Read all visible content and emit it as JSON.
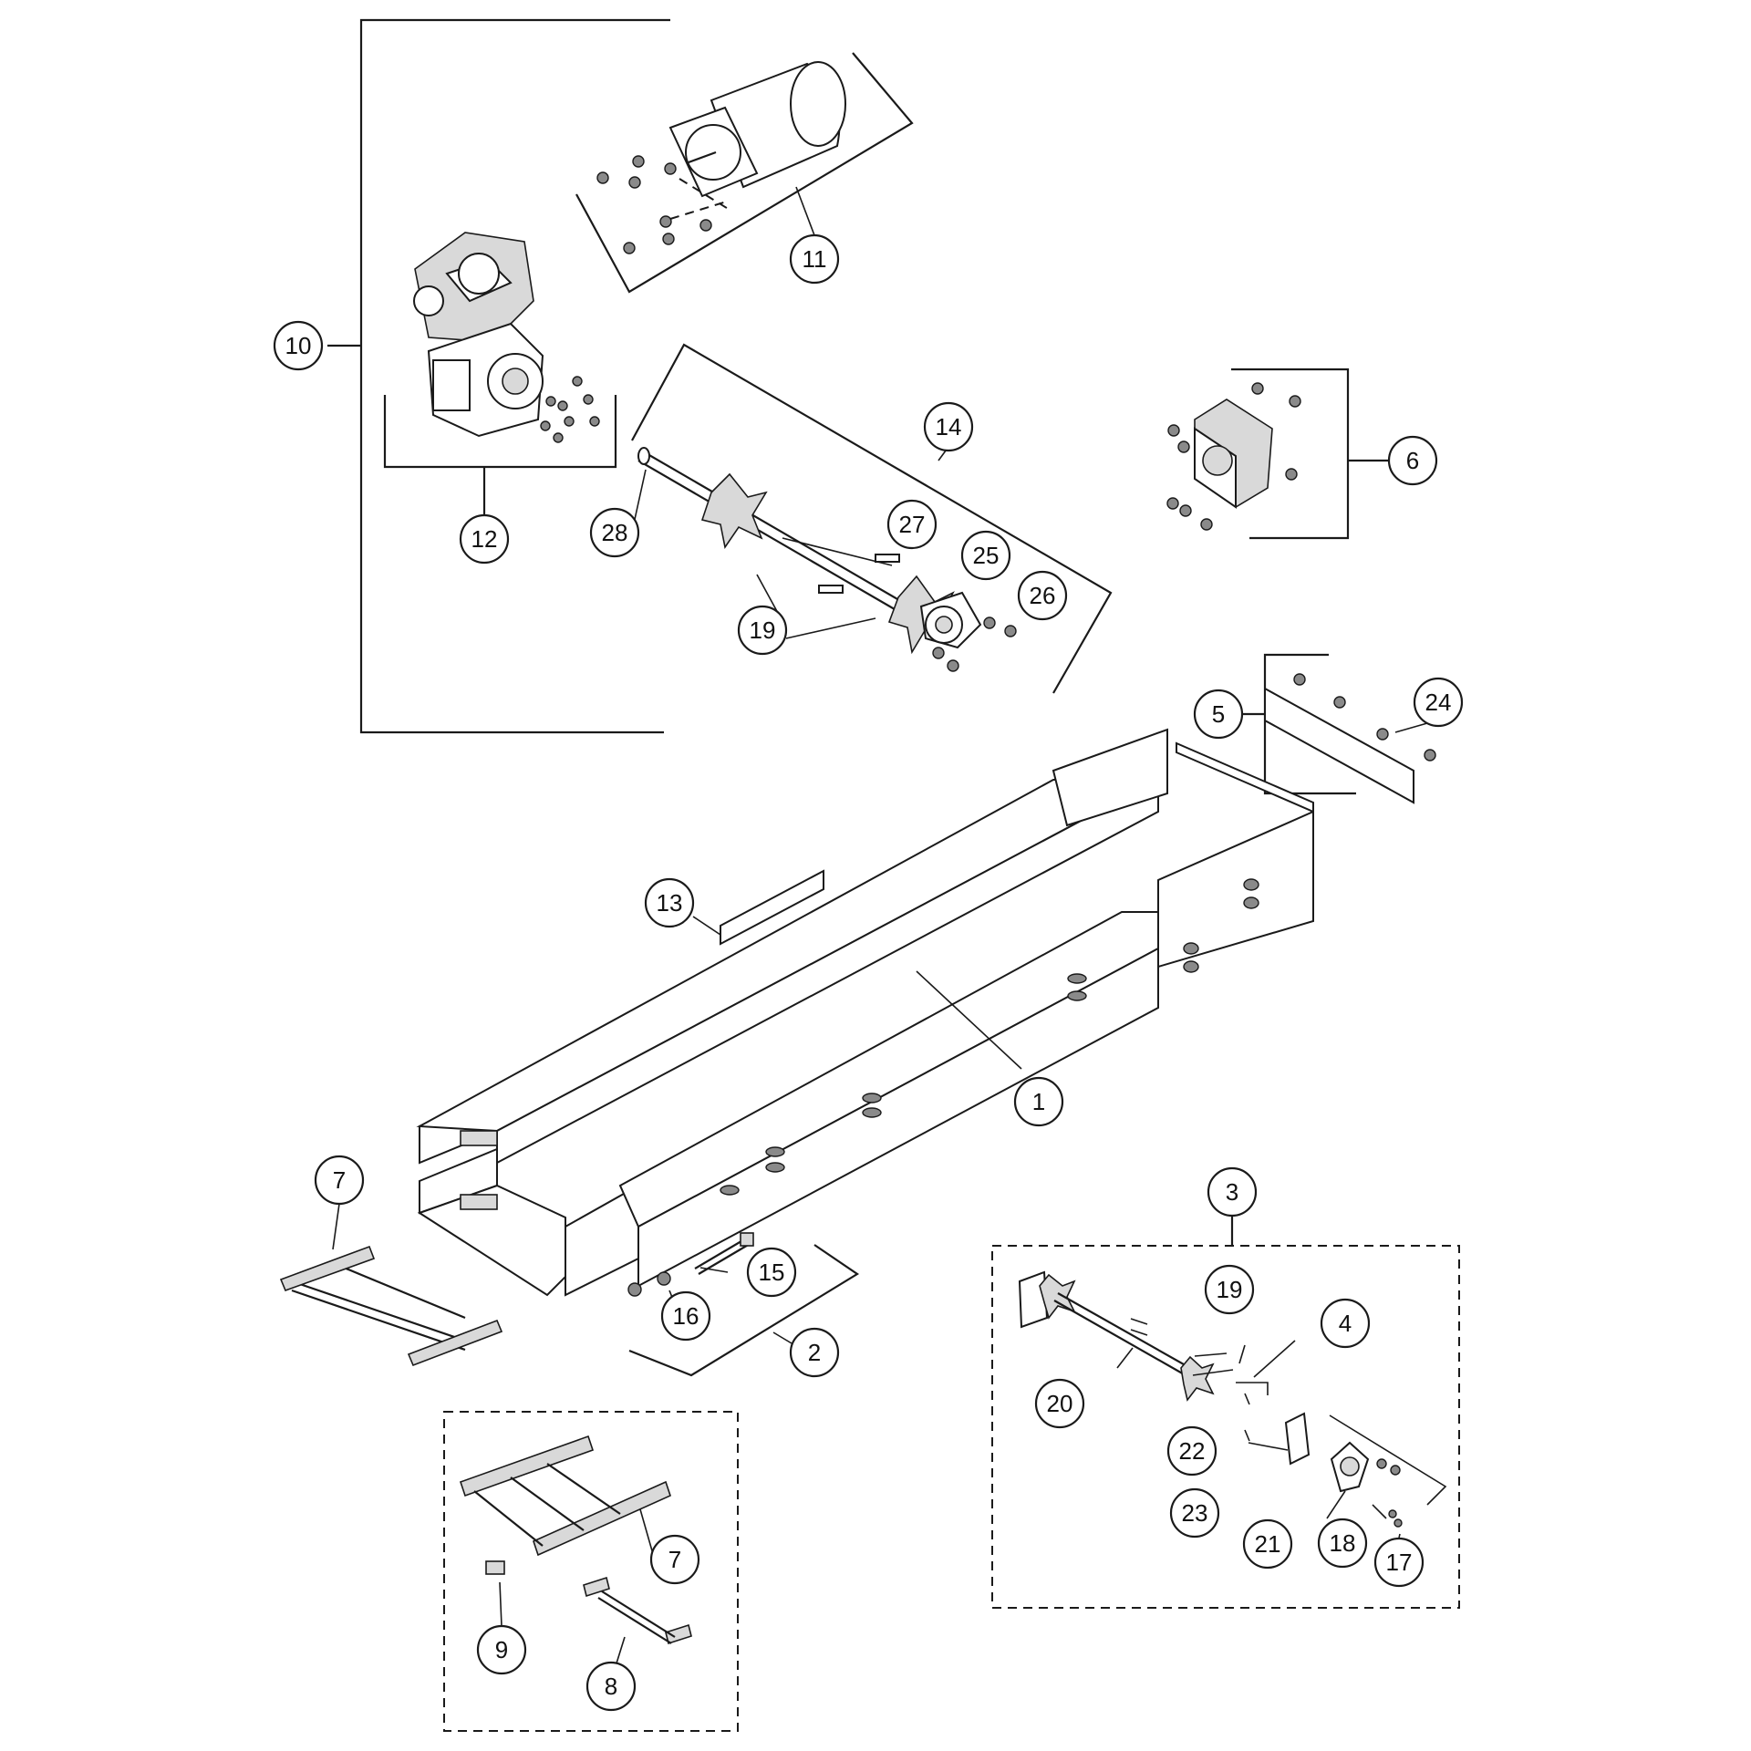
{
  "diagram": {
    "callouts": [
      {
        "id": "c1",
        "label": "1"
      },
      {
        "id": "c2",
        "label": "2"
      },
      {
        "id": "c3",
        "label": "3"
      },
      {
        "id": "c4",
        "label": "4"
      },
      {
        "id": "c5",
        "label": "5"
      },
      {
        "id": "c6",
        "label": "6"
      },
      {
        "id": "c7a",
        "label": "7"
      },
      {
        "id": "c7b",
        "label": "7"
      },
      {
        "id": "c8",
        "label": "8"
      },
      {
        "id": "c9",
        "label": "9"
      },
      {
        "id": "c10",
        "label": "10"
      },
      {
        "id": "c11",
        "label": "11"
      },
      {
        "id": "c12",
        "label": "12"
      },
      {
        "id": "c13",
        "label": "13"
      },
      {
        "id": "c14",
        "label": "14"
      },
      {
        "id": "c15",
        "label": "15"
      },
      {
        "id": "c16",
        "label": "16"
      },
      {
        "id": "c17",
        "label": "17"
      },
      {
        "id": "c18",
        "label": "18"
      },
      {
        "id": "c19a",
        "label": "19"
      },
      {
        "id": "c19b",
        "label": "19"
      },
      {
        "id": "c20",
        "label": "20"
      },
      {
        "id": "c21",
        "label": "21"
      },
      {
        "id": "c22",
        "label": "22"
      },
      {
        "id": "c23",
        "label": "23"
      },
      {
        "id": "c24",
        "label": "24"
      },
      {
        "id": "c25",
        "label": "25"
      },
      {
        "id": "c26",
        "label": "26"
      },
      {
        "id": "c27",
        "label": "27"
      },
      {
        "id": "c28",
        "label": "28"
      }
    ]
  }
}
